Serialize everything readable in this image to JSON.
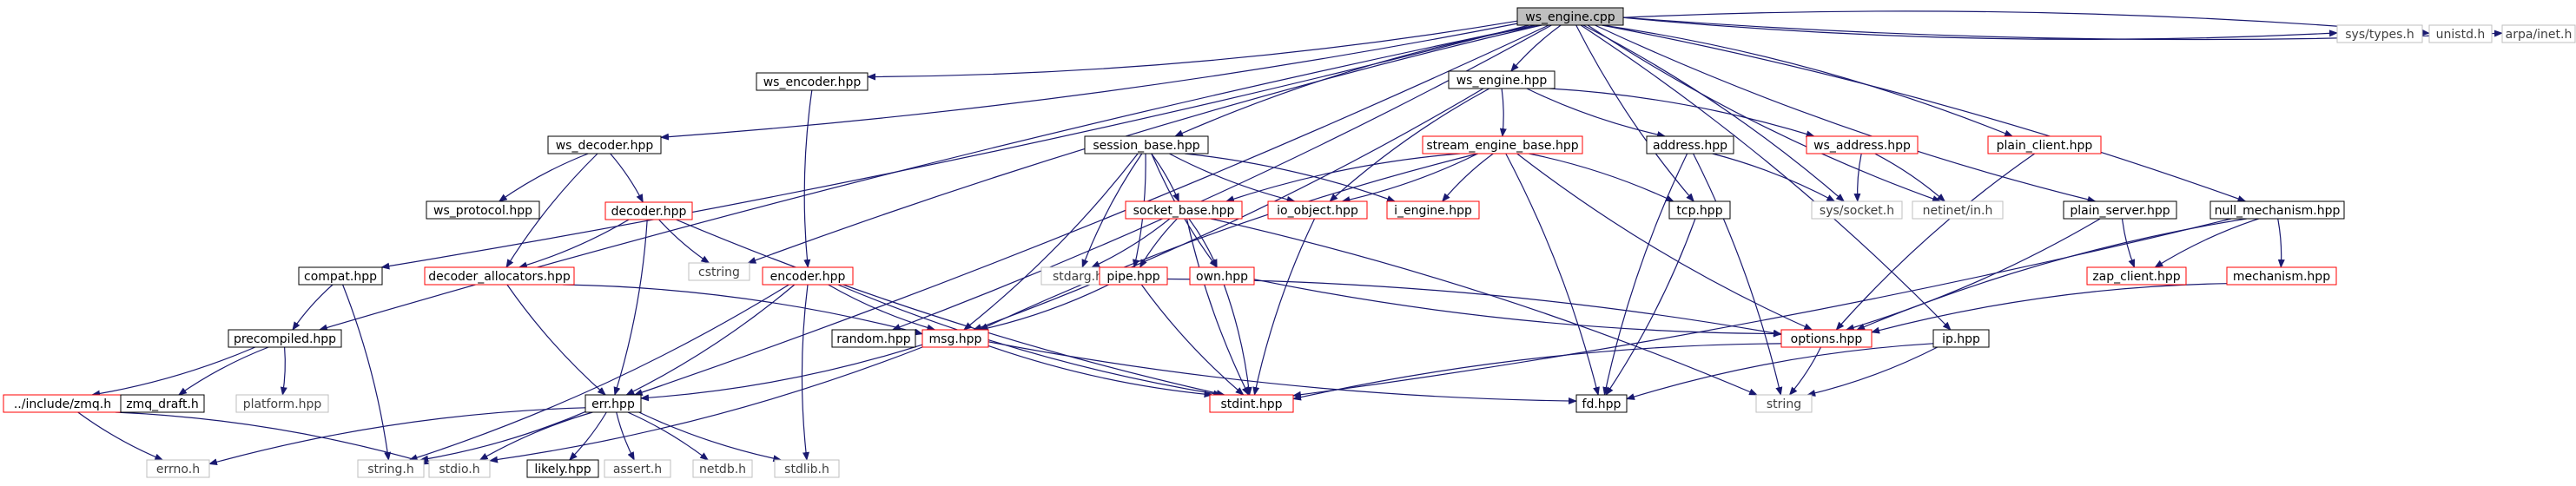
{
  "colors": {
    "edge": "#191970",
    "node_normal_border": "#000000",
    "node_missing_border": "#ff0000",
    "node_external_border": "#bfbfbf",
    "node_external_text": "#404040",
    "root_fill": "#bfbfbf"
  },
  "nodes": [
    {
      "id": "ws_engine_cpp",
      "label": "ws_engine.cpp",
      "kind": "root"
    },
    {
      "id": "ws_encoder_hpp",
      "label": "ws_encoder.hpp",
      "kind": "normal"
    },
    {
      "id": "ws_engine_hpp",
      "label": "ws_engine.hpp",
      "kind": "normal"
    },
    {
      "id": "ws_decoder_hpp",
      "label": "ws_decoder.hpp",
      "kind": "normal"
    },
    {
      "id": "session_base_hpp",
      "label": "session_base.hpp",
      "kind": "normal"
    },
    {
      "id": "stream_engine_base_hpp",
      "label": "stream_engine_base.hpp",
      "kind": "missing"
    },
    {
      "id": "address_hpp",
      "label": "address.hpp",
      "kind": "normal"
    },
    {
      "id": "ws_address_hpp",
      "label": "ws_address.hpp",
      "kind": "missing"
    },
    {
      "id": "plain_client_hpp",
      "label": "plain_client.hpp",
      "kind": "missing"
    },
    {
      "id": "ws_protocol_hpp",
      "label": "ws_protocol.hpp",
      "kind": "normal"
    },
    {
      "id": "decoder_hpp",
      "label": "decoder.hpp",
      "kind": "missing"
    },
    {
      "id": "socket_base_hpp",
      "label": "socket_base.hpp",
      "kind": "missing"
    },
    {
      "id": "io_object_hpp",
      "label": "io_object.hpp",
      "kind": "missing"
    },
    {
      "id": "i_engine_hpp",
      "label": "i_engine.hpp",
      "kind": "missing"
    },
    {
      "id": "tcp_hpp",
      "label": "tcp.hpp",
      "kind": "normal"
    },
    {
      "id": "sys_socket_h",
      "label": "sys/socket.h",
      "kind": "external"
    },
    {
      "id": "netinet_in_h",
      "label": "netinet/in.h",
      "kind": "external"
    },
    {
      "id": "plain_server_hpp",
      "label": "plain_server.hpp",
      "kind": "normal"
    },
    {
      "id": "null_mechanism_hpp",
      "label": "null_mechanism.hpp",
      "kind": "normal"
    },
    {
      "id": "sys_types_h",
      "label": "sys/types.h",
      "kind": "external"
    },
    {
      "id": "unistd_h",
      "label": "unistd.h",
      "kind": "external"
    },
    {
      "id": "arpa_inet_h",
      "label": "arpa/inet.h",
      "kind": "external"
    },
    {
      "id": "compat_hpp",
      "label": "compat.hpp",
      "kind": "normal"
    },
    {
      "id": "cstring",
      "label": "cstring",
      "kind": "external"
    },
    {
      "id": "decoder_allocators_hpp",
      "label": "decoder_allocators.hpp",
      "kind": "missing"
    },
    {
      "id": "encoder_hpp",
      "label": "encoder.hpp",
      "kind": "missing"
    },
    {
      "id": "stdarg_h",
      "label": "stdarg.h",
      "kind": "external"
    },
    {
      "id": "pipe_hpp",
      "label": "pipe.hpp",
      "kind": "missing"
    },
    {
      "id": "own_hpp",
      "label": "own.hpp",
      "kind": "missing"
    },
    {
      "id": "zap_client_hpp",
      "label": "zap_client.hpp",
      "kind": "missing"
    },
    {
      "id": "mechanism_hpp",
      "label": "mechanism.hpp",
      "kind": "missing"
    },
    {
      "id": "precompiled_hpp",
      "label": "precompiled.hpp",
      "kind": "normal"
    },
    {
      "id": "random_hpp",
      "label": "random.hpp",
      "kind": "normal"
    },
    {
      "id": "msg_hpp",
      "label": "msg.hpp",
      "kind": "missing"
    },
    {
      "id": "options_hpp",
      "label": "options.hpp",
      "kind": "missing"
    },
    {
      "id": "ip_hpp",
      "label": "ip.hpp",
      "kind": "normal"
    },
    {
      "id": "include_zmq_h",
      "label": "../include/zmq.h",
      "kind": "missing"
    },
    {
      "id": "zmq_draft_h",
      "label": "zmq_draft.h",
      "kind": "normal"
    },
    {
      "id": "platform_hpp",
      "label": "platform.hpp",
      "kind": "external"
    },
    {
      "id": "err_hpp",
      "label": "err.hpp",
      "kind": "normal"
    },
    {
      "id": "stdint_hpp",
      "label": "stdint.hpp",
      "kind": "missing"
    },
    {
      "id": "fd_hpp",
      "label": "fd.hpp",
      "kind": "normal"
    },
    {
      "id": "string",
      "label": "string",
      "kind": "external"
    },
    {
      "id": "errno_h",
      "label": "errno.h",
      "kind": "external"
    },
    {
      "id": "string_h",
      "label": "string.h",
      "kind": "external"
    },
    {
      "id": "stdio_h",
      "label": "stdio.h",
      "kind": "external"
    },
    {
      "id": "likely_hpp",
      "label": "likely.hpp",
      "kind": "normal"
    },
    {
      "id": "assert_h",
      "label": "assert.h",
      "kind": "external"
    },
    {
      "id": "netdb_h",
      "label": "netdb.h",
      "kind": "external"
    },
    {
      "id": "stdlib_h",
      "label": "stdlib.h",
      "kind": "external"
    }
  ],
  "edges": [
    [
      "ws_engine_cpp",
      "ws_encoder_hpp"
    ],
    [
      "ws_engine_cpp",
      "ws_engine_hpp"
    ],
    [
      "ws_engine_cpp",
      "ws_decoder_hpp"
    ],
    [
      "ws_engine_cpp",
      "session_base_hpp"
    ],
    [
      "ws_engine_cpp",
      "plain_client_hpp"
    ],
    [
      "ws_engine_cpp",
      "plain_server_hpp"
    ],
    [
      "ws_engine_cpp",
      "null_mechanism_hpp"
    ],
    [
      "ws_engine_cpp",
      "sys_types_h"
    ],
    [
      "ws_engine_cpp",
      "unistd_h"
    ],
    [
      "ws_engine_cpp",
      "arpa_inet_h"
    ],
    [
      "ws_engine_cpp",
      "compat_hpp"
    ],
    [
      "ws_engine_cpp",
      "precompiled_hpp"
    ],
    [
      "ws_engine_cpp",
      "err_hpp"
    ],
    [
      "ws_engine_cpp",
      "cstring"
    ],
    [
      "ws_engine_cpp",
      "random_hpp"
    ],
    [
      "ws_engine_cpp",
      "tcp_hpp"
    ],
    [
      "ws_engine_cpp",
      "sys_socket_h"
    ],
    [
      "ws_engine_cpp",
      "netinet_in_h"
    ],
    [
      "ws_engine_cpp",
      "ip_hpp"
    ],
    [
      "ws_encoder_hpp",
      "encoder_hpp"
    ],
    [
      "ws_engine_hpp",
      "stream_engine_base_hpp"
    ],
    [
      "ws_engine_hpp",
      "address_hpp"
    ],
    [
      "ws_engine_hpp",
      "ws_address_hpp"
    ],
    [
      "ws_engine_hpp",
      "io_object_hpp"
    ],
    [
      "ws_engine_hpp",
      "msg_hpp"
    ],
    [
      "ws_decoder_hpp",
      "ws_protocol_hpp"
    ],
    [
      "ws_decoder_hpp",
      "decoder_hpp"
    ],
    [
      "ws_decoder_hpp",
      "decoder_allocators_hpp"
    ],
    [
      "session_base_hpp",
      "socket_base_hpp"
    ],
    [
      "session_base_hpp",
      "io_object_hpp"
    ],
    [
      "session_base_hpp",
      "i_engine_hpp"
    ],
    [
      "session_base_hpp",
      "stdarg_h"
    ],
    [
      "session_base_hpp",
      "pipe_hpp"
    ],
    [
      "session_base_hpp",
      "own_hpp"
    ],
    [
      "session_base_hpp",
      "msg_hpp"
    ],
    [
      "stream_engine_base_hpp",
      "socket_base_hpp"
    ],
    [
      "stream_engine_base_hpp",
      "io_object_hpp"
    ],
    [
      "stream_engine_base_hpp",
      "i_engine_hpp"
    ],
    [
      "stream_engine_base_hpp",
      "tcp_hpp"
    ],
    [
      "stream_engine_base_hpp",
      "options_hpp"
    ],
    [
      "stream_engine_base_hpp",
      "fd_hpp"
    ],
    [
      "stream_engine_base_hpp",
      "msg_hpp"
    ],
    [
      "address_hpp",
      "sys_socket_h"
    ],
    [
      "address_hpp",
      "fd_hpp"
    ],
    [
      "address_hpp",
      "string"
    ],
    [
      "ws_address_hpp",
      "sys_socket_h"
    ],
    [
      "ws_address_hpp",
      "netinet_in_h"
    ],
    [
      "plain_client_hpp",
      "options_hpp"
    ],
    [
      "decoder_hpp",
      "decoder_allocators_hpp"
    ],
    [
      "decoder_hpp",
      "cstring"
    ],
    [
      "decoder_hpp",
      "err_hpp"
    ],
    [
      "decoder_hpp",
      "stdint_hpp"
    ],
    [
      "socket_base_hpp",
      "stdarg_h"
    ],
    [
      "socket_base_hpp",
      "pipe_hpp"
    ],
    [
      "socket_base_hpp",
      "own_hpp"
    ],
    [
      "socket_base_hpp",
      "stdint_hpp"
    ],
    [
      "socket_base_hpp",
      "string"
    ],
    [
      "io_object_hpp",
      "stdint_hpp"
    ],
    [
      "tcp_hpp",
      "fd_hpp"
    ],
    [
      "plain_server_hpp",
      "zap_client_hpp"
    ],
    [
      "plain_server_hpp",
      "options_hpp"
    ],
    [
      "null_mechanism_hpp",
      "zap_client_hpp"
    ],
    [
      "null_mechanism_hpp",
      "mechanism_hpp"
    ],
    [
      "null_mechanism_hpp",
      "options_hpp"
    ],
    [
      "null_mechanism_hpp",
      "stdint_hpp"
    ],
    [
      "compat_hpp",
      "precompiled_hpp"
    ],
    [
      "compat_hpp",
      "string_h"
    ],
    [
      "decoder_allocators_hpp",
      "err_hpp"
    ],
    [
      "decoder_allocators_hpp",
      "msg_hpp"
    ],
    [
      "encoder_hpp",
      "msg_hpp"
    ],
    [
      "encoder_hpp",
      "err_hpp"
    ],
    [
      "encoder_hpp",
      "stdint_hpp"
    ],
    [
      "encoder_hpp",
      "string_h"
    ],
    [
      "encoder_hpp",
      "stdlib_h"
    ],
    [
      "pipe_hpp",
      "msg_hpp"
    ],
    [
      "pipe_hpp",
      "stdint_hpp"
    ],
    [
      "pipe_hpp",
      "options_hpp"
    ],
    [
      "own_hpp",
      "options_hpp"
    ],
    [
      "own_hpp",
      "stdint_hpp"
    ],
    [
      "mechanism_hpp",
      "options_hpp"
    ],
    [
      "precompiled_hpp",
      "include_zmq_h"
    ],
    [
      "precompiled_hpp",
      "zmq_draft_h"
    ],
    [
      "precompiled_hpp",
      "platform_hpp"
    ],
    [
      "msg_hpp",
      "fd_hpp"
    ],
    [
      "msg_hpp",
      "err_hpp"
    ],
    [
      "msg_hpp",
      "stdint_hpp"
    ],
    [
      "msg_hpp",
      "stdio_h"
    ],
    [
      "options_hpp",
      "stdint_hpp"
    ],
    [
      "options_hpp",
      "string"
    ],
    [
      "ip_hpp",
      "fd_hpp"
    ],
    [
      "ip_hpp",
      "string"
    ],
    [
      "include_zmq_h",
      "errno_h"
    ],
    [
      "include_zmq_h",
      "stdio_h"
    ],
    [
      "err_hpp",
      "errno_h"
    ],
    [
      "err_hpp",
      "string_h"
    ],
    [
      "err_hpp",
      "stdio_h"
    ],
    [
      "err_hpp",
      "likely_hpp"
    ],
    [
      "err_hpp",
      "assert_h"
    ],
    [
      "err_hpp",
      "netdb_h"
    ],
    [
      "err_hpp",
      "stdlib_h"
    ]
  ]
}
